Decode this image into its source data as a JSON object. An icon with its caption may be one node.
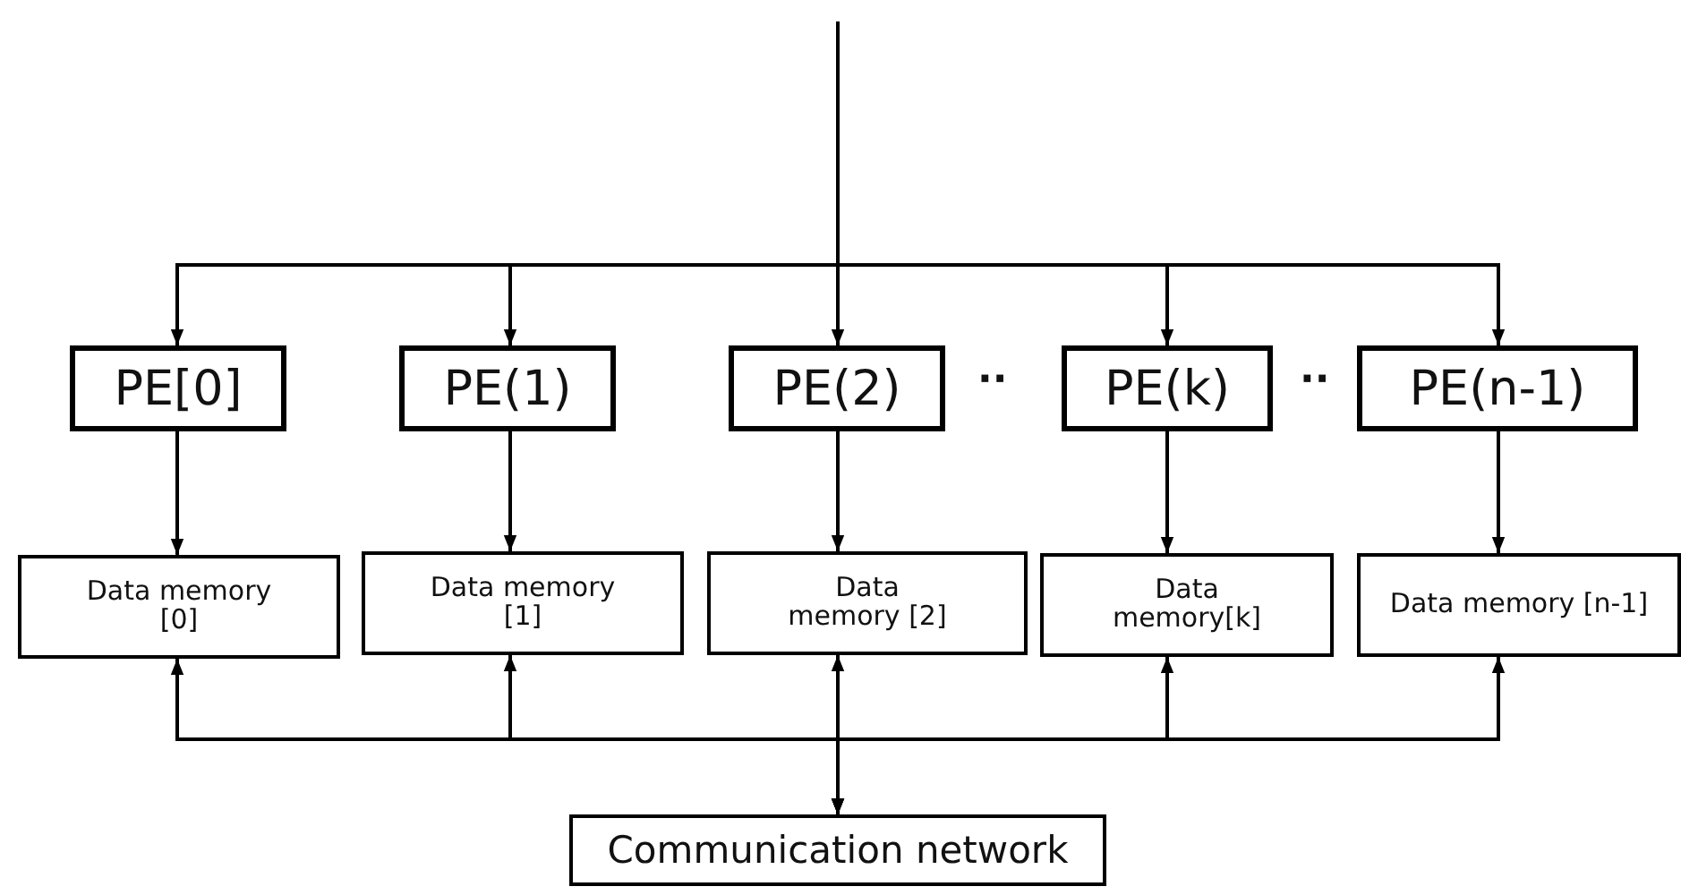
{
  "diagram": {
    "nodes": [
      {
        "text": [
          "PE[0]"
        ]
      },
      {
        "text": [
          "PE(1)"
        ]
      },
      {
        "text": [
          "PE(2)"
        ]
      },
      {
        "text": [
          "PE(k)"
        ]
      },
      {
        "text": [
          "PE(n-1)"
        ]
      },
      {
        "text": [
          "Data memory [0]"
        ]
      },
      {
        "text": [
          "Data memory [1]"
        ]
      },
      {
        "text": [
          "Data memory [2]"
        ]
      },
      {
        "text": [
          "Data memory[k]"
        ]
      },
      {
        "text": [
          "Data memory [n-1]"
        ]
      },
      {
        "text": [
          "Communication network"
        ]
      }
    ],
    "edges": [
      {
        "from": null,
        "to": 0,
        "arrow": "to"
      },
      {
        "from": null,
        "to": 1,
        "arrow": "to"
      },
      {
        "from": null,
        "to": 2,
        "arrow": "to"
      },
      {
        "from": null,
        "to": 3,
        "arrow": "to"
      },
      {
        "from": null,
        "to": 4,
        "arrow": "to"
      },
      {
        "from": 0,
        "to": 5,
        "arrow": "to"
      },
      {
        "from": 1,
        "to": 6,
        "arrow": "to"
      },
      {
        "from": 2,
        "to": 7,
        "arrow": "to"
      },
      {
        "from": 3,
        "to": 8,
        "arrow": "to"
      },
      {
        "from": 4,
        "to": 9,
        "arrow": "to"
      },
      {
        "from": 5,
        "to": 10,
        "arrow": "both"
      },
      {
        "from": 6,
        "to": 10,
        "arrow": "both"
      },
      {
        "from": 7,
        "to": 10,
        "arrow": "both"
      },
      {
        "from": 8,
        "to": 10,
        "arrow": "both"
      },
      {
        "from": 9,
        "to": 10,
        "arrow": "both"
      }
    ],
    "labels": [
      "··",
      "··"
    ]
  }
}
